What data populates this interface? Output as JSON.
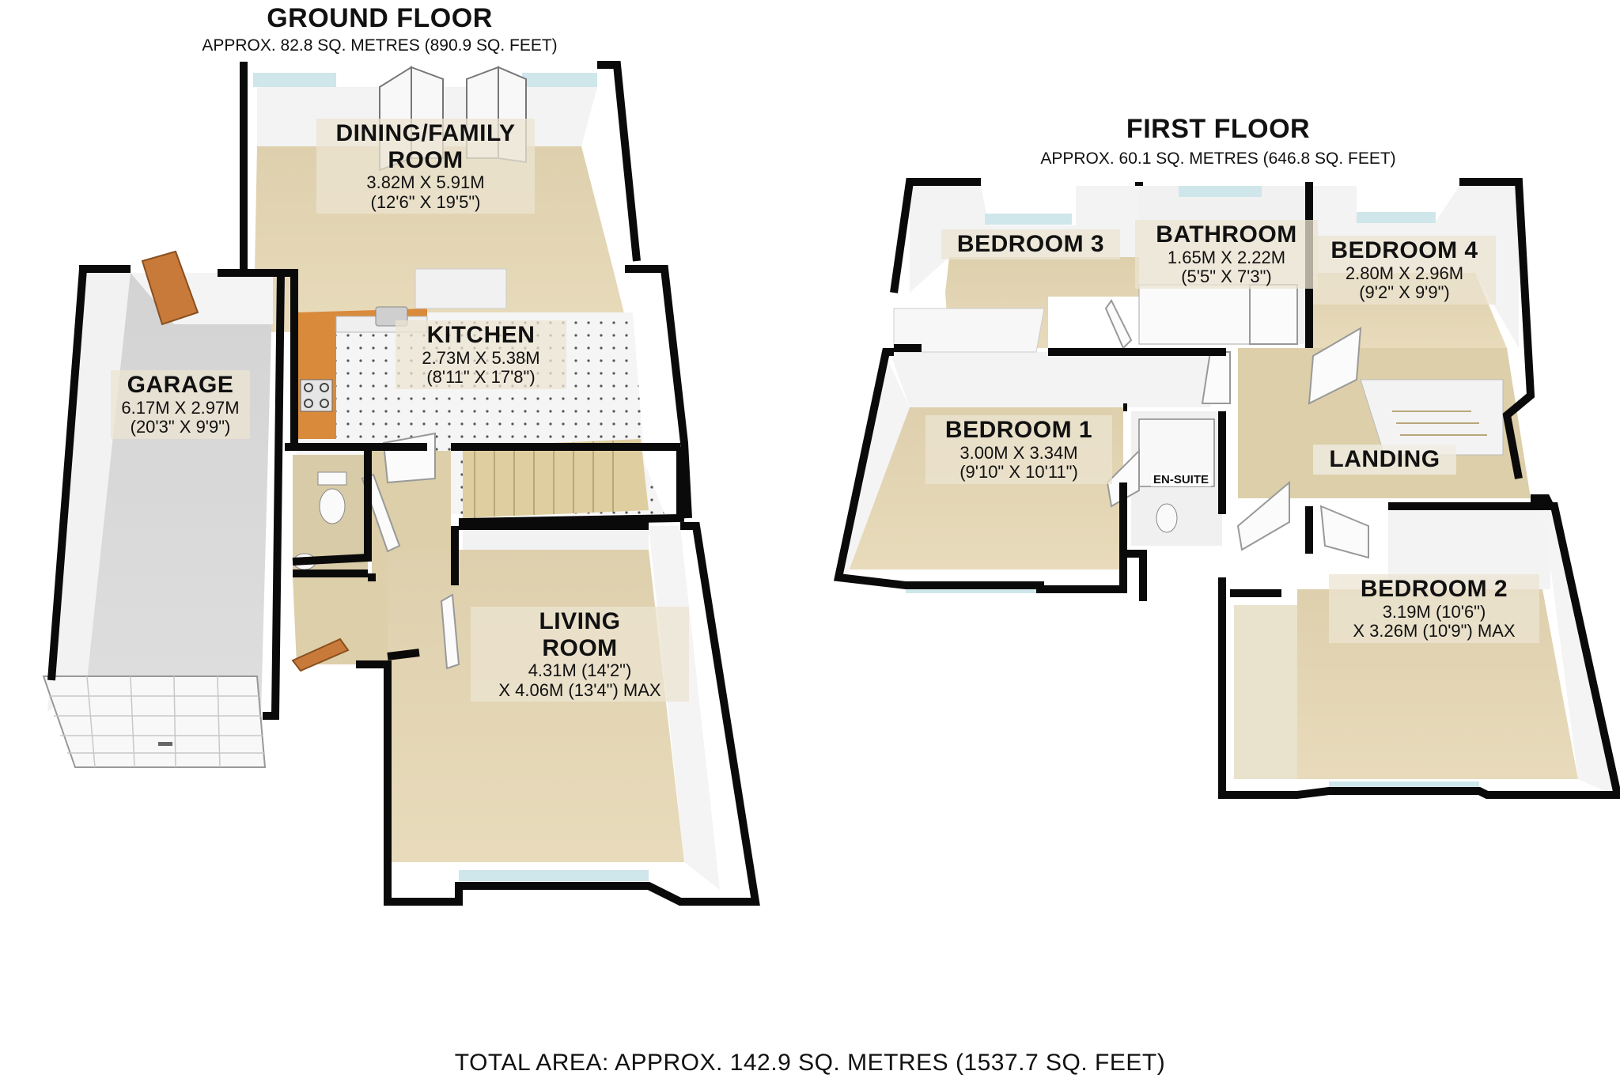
{
  "ground_floor": {
    "title": "GROUND FLOOR",
    "area": "APPROX. 82.8 SQ. METRES (890.9 SQ. FEET)",
    "rooms": {
      "dining": {
        "name_line1": "DINING/FAMILY",
        "name_line2": "ROOM",
        "dim_metric": "3.82M X 5.91M",
        "dim_imperial": "(12'6\" X 19'5\")"
      },
      "kitchen": {
        "name": "KITCHEN",
        "dim_metric": "2.73M X 5.38M",
        "dim_imperial": "(8'11\" X 17'8\")"
      },
      "garage": {
        "name": "GARAGE",
        "dim_metric": "6.17M X 2.97M",
        "dim_imperial": "(20'3\" X 9'9\")"
      },
      "living": {
        "name_line1": "LIVING",
        "name_line2": "ROOM",
        "dim_line1": "4.31M (14'2\")",
        "dim_line2": "X 4.06M (13'4\") MAX"
      }
    }
  },
  "first_floor": {
    "title": "FIRST FLOOR",
    "area": "APPROX. 60.1 SQ. METRES (646.8 SQ. FEET)",
    "rooms": {
      "bedroom3": {
        "name": "BEDROOM 3"
      },
      "bathroom": {
        "name": "BATHROOM",
        "dim_metric": "1.65M X 2.22M",
        "dim_imperial": "(5'5\" X 7'3\")"
      },
      "bedroom4": {
        "name": "BEDROOM 4",
        "dim_metric": "2.80M X 2.96M",
        "dim_imperial": "(9'2\" X 9'9\")"
      },
      "bedroom1": {
        "name": "BEDROOM 1",
        "dim_metric": "3.00M X 3.34M",
        "dim_imperial": "(9'10\" X 10'11\")"
      },
      "ensuite": {
        "name": "EN-SUITE"
      },
      "landing": {
        "name": "LANDING"
      },
      "bedroom2": {
        "name": "BEDROOM 2",
        "dim_line1": "3.19M (10'6\")",
        "dim_line2": "X 3.26M (10'9\") MAX"
      }
    }
  },
  "total_area": "TOTAL AREA: APPROX. 142.9 SQ. METRES (1537.7 SQ. FEET)",
  "colors": {
    "wall": "#0a0a0a",
    "wall_face": "#f2f2f2",
    "carpet": "#e4d5b0",
    "garage_floor": "#d9d9d9",
    "tile": "#f4f4f4",
    "worktop": "#d98a3a",
    "door_wood": "#c87a3a",
    "window": "#cfe7ea"
  }
}
